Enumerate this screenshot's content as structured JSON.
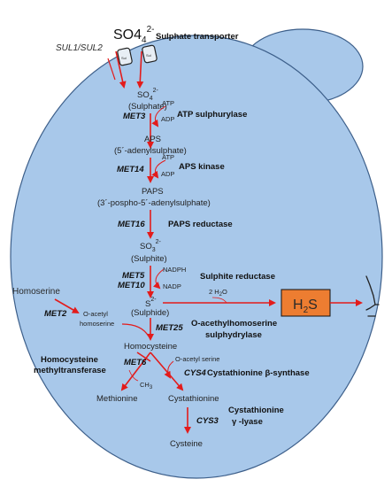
{
  "colors": {
    "cell": "#a8c8ea",
    "cell_border": "#3d5f8a",
    "arrow": "#e31b1b",
    "h2s_box": "#ed7d31"
  },
  "transport": {
    "ion": "SO4",
    "ion_sub": "4",
    "ion_sup": "2-",
    "transporter_label": "Sulphate transporter",
    "genes": "SUL1/SUL2",
    "channel_text": "Sul"
  },
  "compounds": {
    "so4": "SO",
    "so4_sub": "4",
    "so4_sup": "2-",
    "sulphate": "(Sulphate)",
    "aps": "APS",
    "aps_full": "(5´-adenylsulphate)",
    "paps": "PAPS",
    "paps_full": "(3´-pospho-5´-adenylsulphate)",
    "so3": "SO",
    "so3_sub": "3",
    "so3_sup": "2-",
    "sulphite": "(Sulphite)",
    "s": "S",
    "s_sup": "2-",
    "sulphide": "(Sulphide)",
    "homoserine": "Homoserine",
    "oacetyl_homoserine_1": "O-acetyl",
    "oacetyl_homoserine_2": "homoserine",
    "homocysteine": "Homocysteine",
    "oacetyl_serine": "O-acetyl serine",
    "methionine": "Methionine",
    "cystathionine": "Cystathionine",
    "cysteine": "Cysteine",
    "ch3": "CH",
    "ch3_sub": "3"
  },
  "cofactors": {
    "atp1": "ATP",
    "adp1": "ADP",
    "atp2": "ATP",
    "adp2": "ADP",
    "nadph": "NADPH",
    "nadp": "NADP",
    "water": "2 H",
    "water_sub": "2",
    "water_o": "O"
  },
  "genes": {
    "met3": "MET3",
    "met14": "MET14",
    "met16": "MET16",
    "met5": "MET5",
    "met10": "MET10",
    "met2": "MET2",
    "met25": "MET25",
    "met6": "MET6",
    "cys4": "CYS4",
    "cys3": "CYS3"
  },
  "enzymes": {
    "atp_sulphurylase": "ATP sulphurylase",
    "aps_kinase": "APS kinase",
    "paps_reductase": "PAPS reductase",
    "sulphite_reductase": "Sulphite reductase",
    "oahs_1": "O-acethylhomoserine",
    "oahs_2": "sulphydrylase",
    "hmt_1": "Homocysteine",
    "hmt_2": "methyltransferase",
    "cbs": "Cystathionine β-synthase",
    "cgl_1": "Cystathionine",
    "cgl_2": "γ -lyase"
  },
  "product": {
    "h2s": "H",
    "h2s_sub": "2",
    "h2s_s": "S"
  }
}
